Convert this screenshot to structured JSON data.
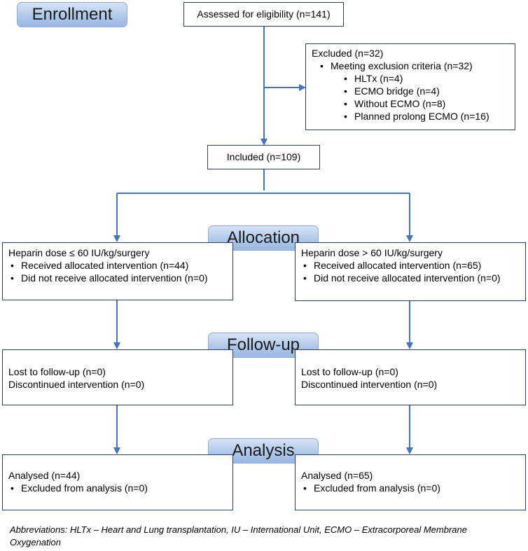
{
  "stages": {
    "enrollment": "Enrollment",
    "allocation": "Allocation",
    "followup": "Follow-up",
    "analysis": "Analysis"
  },
  "assessed": "Assessed for eligibility (n=141)",
  "excluded": {
    "title": "Excluded (n=32)",
    "criteria": "Meeting exclusion criteria (n=32)",
    "items": [
      "HLTx (n=4)",
      "ECMO bridge (n=4)",
      "Without ECMO (n=8)",
      "Planned prolong ECMO (n=16)"
    ]
  },
  "included": "Included (n=109)",
  "allocation": {
    "left": {
      "title": "Heparin dose ≤ 60 IU/kg/surgery",
      "items": [
        "Received allocated intervention (n=44)",
        "Did not receive allocated intervention (n=0)"
      ]
    },
    "right": {
      "title": "Heparin dose > 60 IU/kg/surgery",
      "items": [
        "Received allocated intervention (n=65)",
        "Did not receive allocated intervention (n=0)"
      ]
    }
  },
  "followup": {
    "left": {
      "lost": "Lost to follow-up (n=0)",
      "discontinued": "Discontinued intervention (n=0)"
    },
    "right": {
      "lost": "Lost to follow-up (n=0)",
      "discontinued": "Discontinued intervention (n=0)"
    }
  },
  "analysis": {
    "left": {
      "analysed": "Analysed (n=44)",
      "excluded": "Excluded from analysis (n=0)"
    },
    "right": {
      "analysed": "Analysed (n=65)",
      "excluded": "Excluded from analysis (n=0)"
    }
  },
  "abbreviations": "Abbreviations: HLTx – Heart and Lung transplantation, IU – International Unit, ECMO – Extracorporeal Membrane Oxygenation",
  "colors": {
    "arrow": "#4472c4",
    "box_border": "#2e3e5c",
    "stage_fill": "#b0c8ea"
  }
}
